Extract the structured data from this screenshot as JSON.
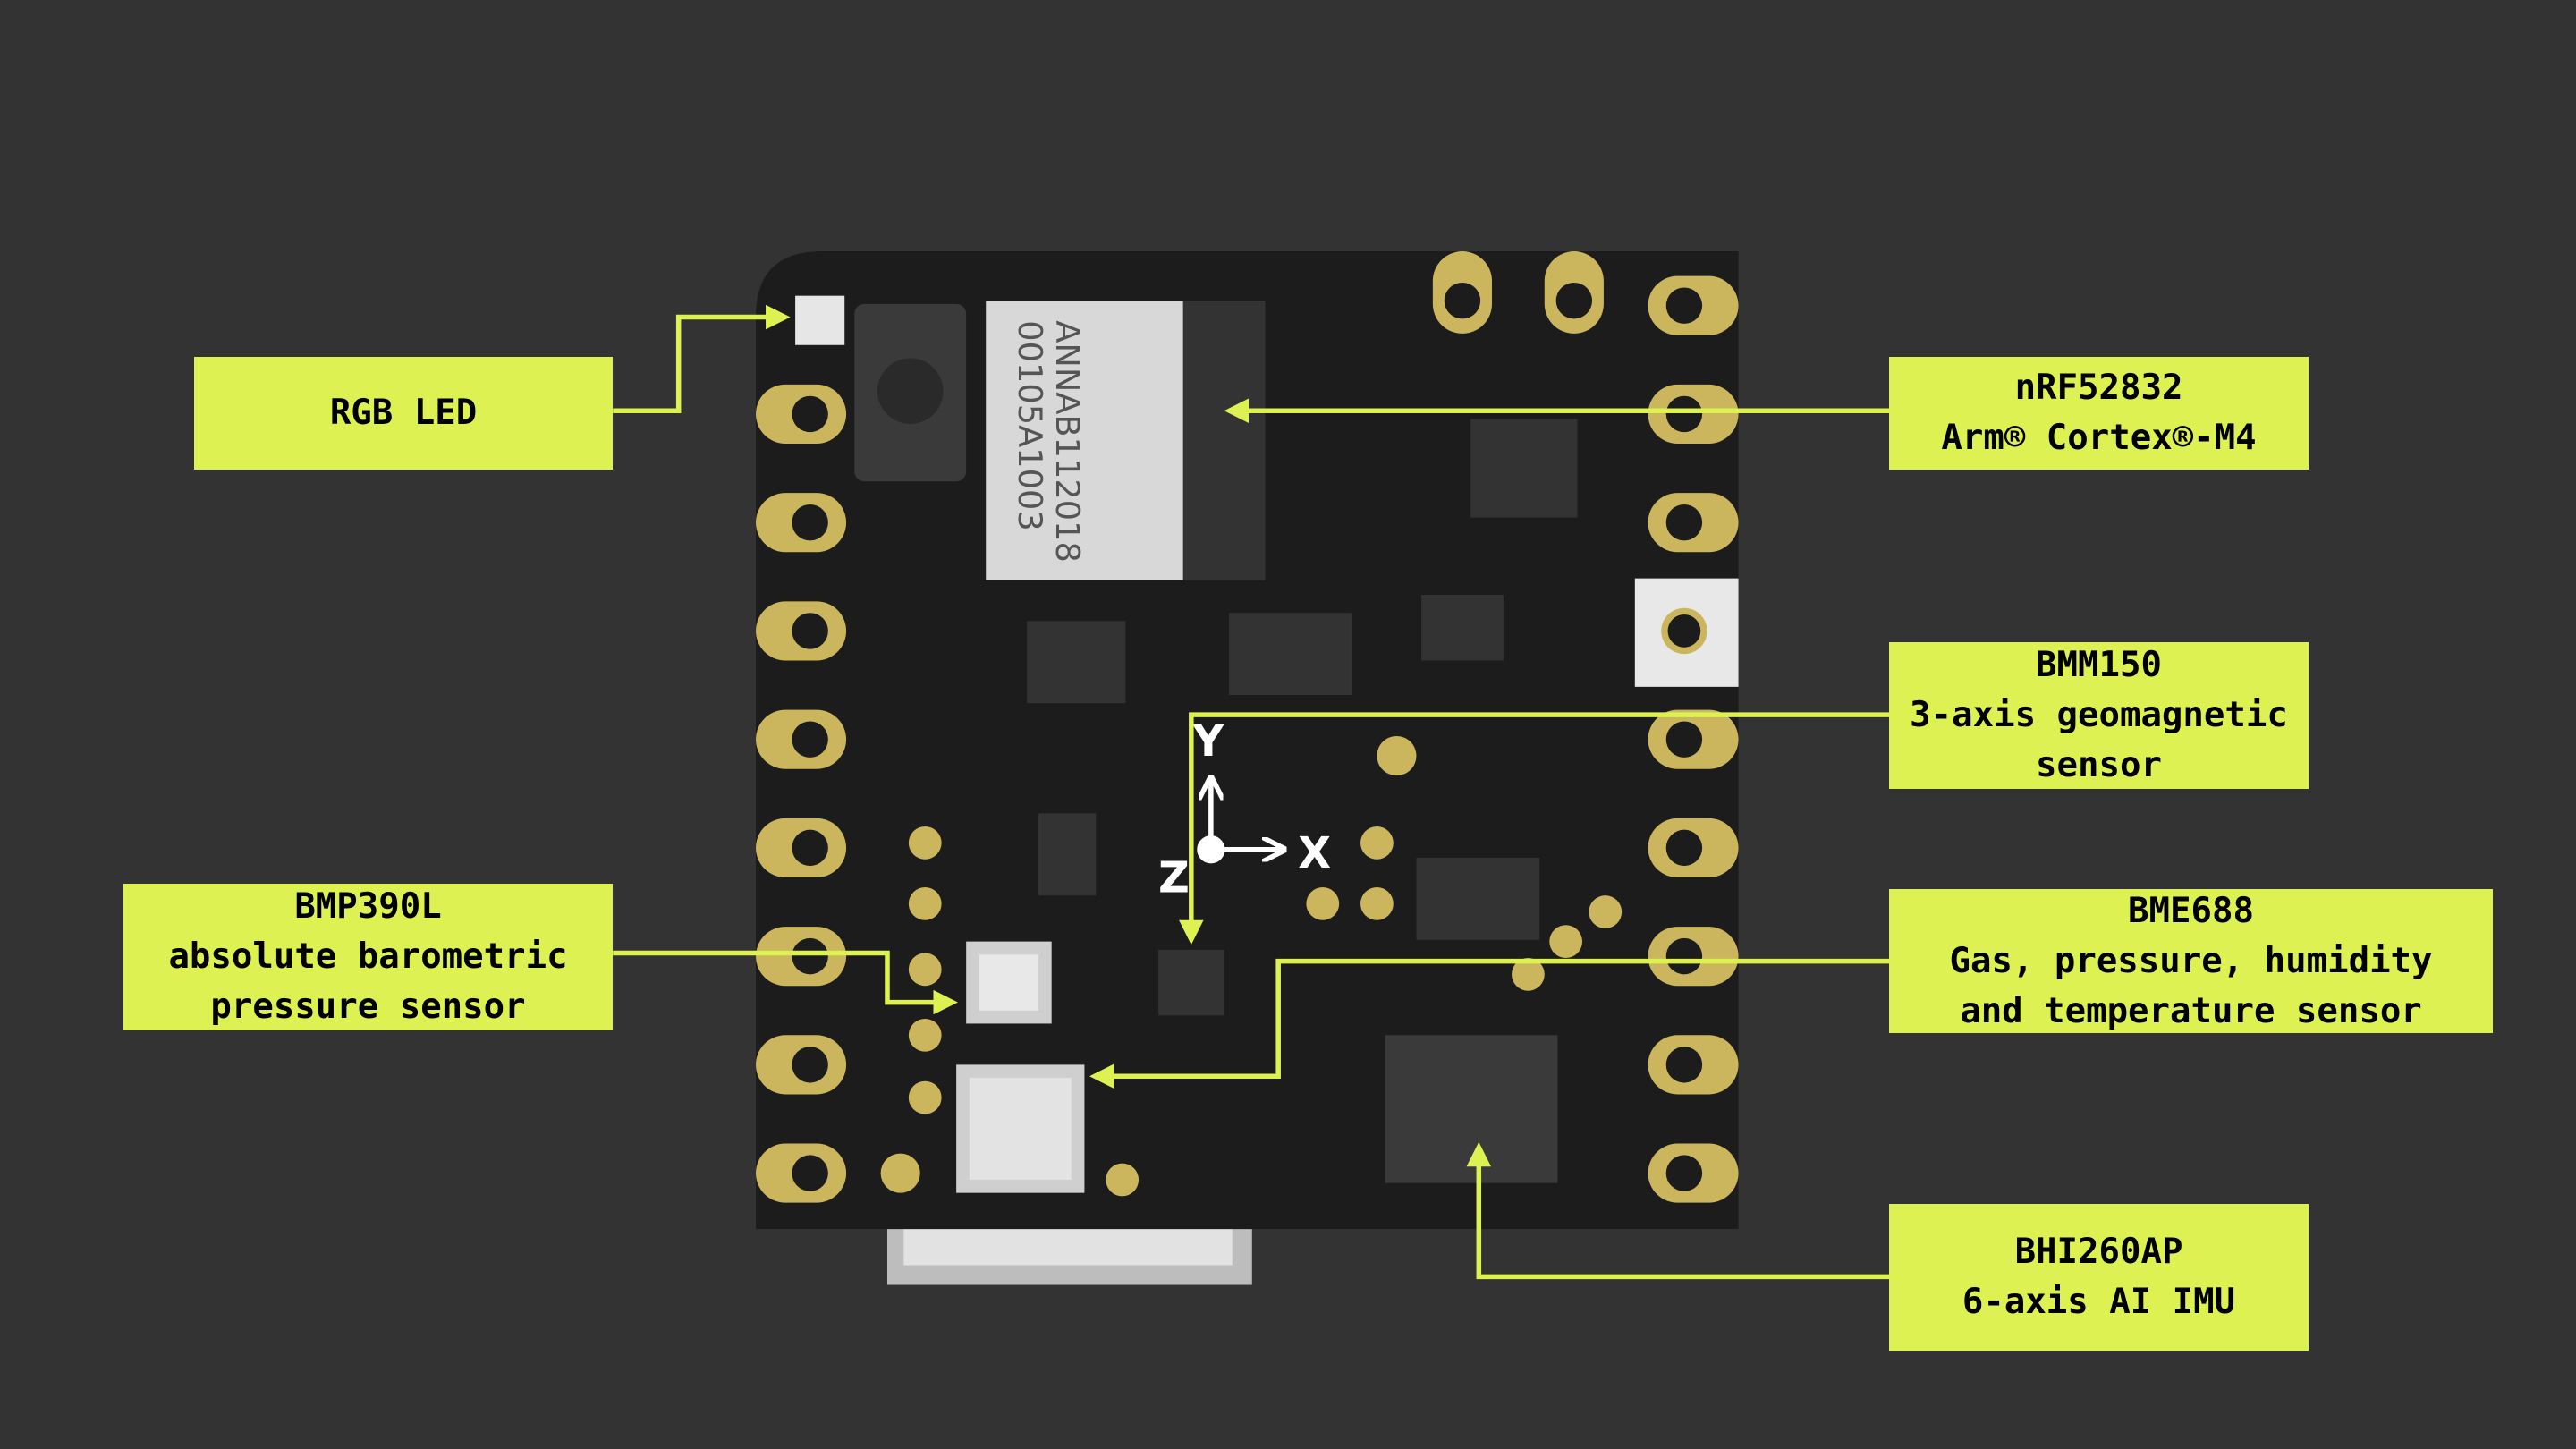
{
  "colors": {
    "background": "#333333",
    "label": "#def153",
    "connector": "#def153",
    "board": "#1c1c1c",
    "pad": "#cbb65e"
  },
  "labels": {
    "rgb_led": {
      "lines": [
        "RGB LED"
      ]
    },
    "nrf": {
      "lines": [
        "nRF52832",
        "Arm® Cortex®-M4"
      ]
    },
    "bmm": {
      "lines": [
        "BMM150",
        "3-axis geomagnetic",
        "sensor"
      ]
    },
    "bmp": {
      "lines": [
        "BMP390L",
        "absolute barometric",
        "pressure sensor"
      ]
    },
    "bme": {
      "lines": [
        "BME688",
        "Gas, pressure, humidity",
        "and temperature sensor"
      ]
    },
    "bhi": {
      "lines": [
        "BHI260AP",
        "6-axis AI IMU"
      ]
    }
  },
  "board": {
    "module_text": [
      "ANNAB112018",
      "00105A1003"
    ],
    "axes": {
      "x": "X",
      "y": "Y",
      "z": "Z"
    }
  }
}
